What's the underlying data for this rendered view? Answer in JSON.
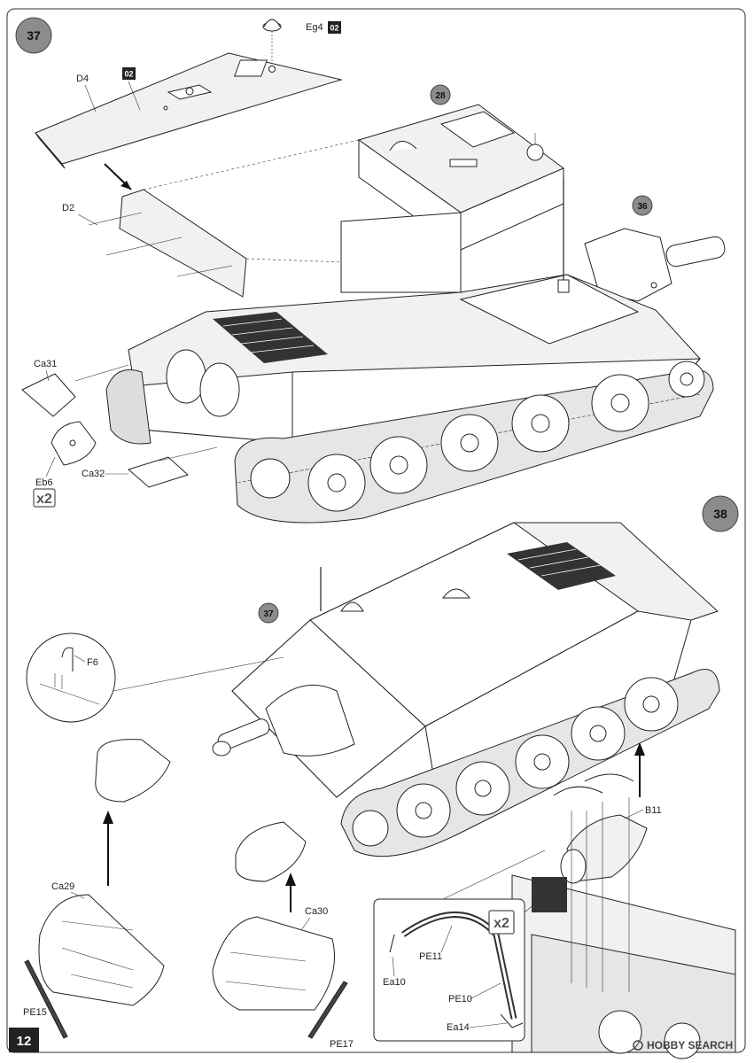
{
  "page": {
    "number": "12"
  },
  "watermark": {
    "text": "HOBBY SEARCH"
  },
  "steps": [
    {
      "number": "37",
      "refs": [
        "28",
        "36"
      ],
      "parts": {
        "top_cap": "Eg4",
        "deck_plate": "D4",
        "side_plate": "D2",
        "fender_left": "Ca31",
        "fender_bracket": "Eb6",
        "fender_right": "Ca32"
      },
      "sprue_tags": [
        "02",
        "02"
      ],
      "quantity": "x2"
    },
    {
      "number": "38",
      "refs": [
        "37"
      ],
      "parts": {
        "hook": "F6",
        "mud_flap_left": "Ca29",
        "mud_flap_right": "Ca30",
        "strip_left": "PE15",
        "strip_right": "PE17",
        "drum": "B11",
        "strap_a": "PE11",
        "strap_b": "PE10",
        "bracket_a": "Ea10",
        "bracket_b": "Ea14"
      },
      "quantity": "x2"
    }
  ]
}
